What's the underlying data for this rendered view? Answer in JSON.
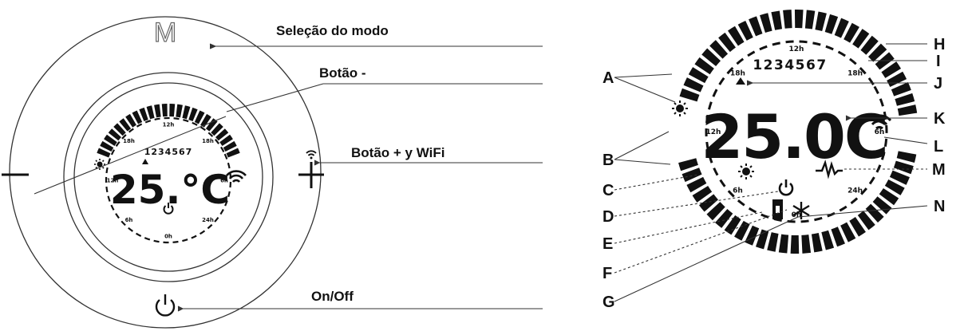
{
  "left_callouts": {
    "mode_selection": "Seleção do modo",
    "minus_button": "Botão -",
    "plus_wifi": "Botão + y WiFi",
    "on_off": "On/Off"
  },
  "left_device": {
    "mode_key_label": "M",
    "display": {
      "temperature": "25.°C",
      "day_numbers": "1234567",
      "hour_labels": [
        "12h",
        "18h",
        "6h",
        "24h",
        "0h",
        "6h",
        "12h",
        "18h"
      ]
    }
  },
  "right_device": {
    "display": {
      "day_numbers": "1234567",
      "temperature": "25.0C",
      "hour_labels": [
        "12h",
        "18h",
        "6h",
        "24h",
        "0h",
        "6h",
        "12h",
        "18h"
      ]
    }
  },
  "right_labels": {
    "left_side": [
      "A",
      "B",
      "C",
      "D",
      "E",
      "F",
      "G"
    ],
    "right_side": [
      "H",
      "I",
      "J",
      "K",
      "L",
      "M",
      "N"
    ]
  },
  "icons": [
    "moon-icon",
    "sun-icon",
    "wifi-icon",
    "power-icon",
    "snowflake-icon",
    "heater-icon",
    "pointer-triangle-icon",
    "minus-icon",
    "plus-icon"
  ]
}
